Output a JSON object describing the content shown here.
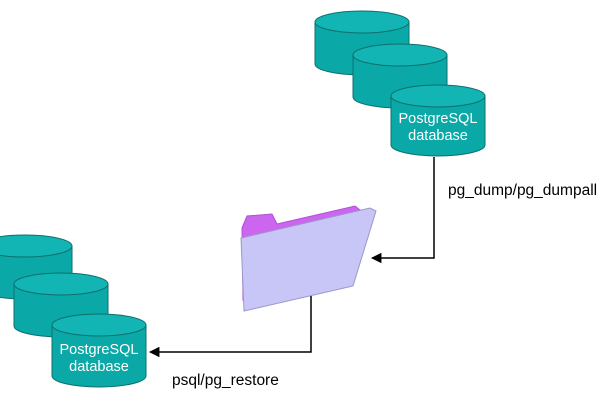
{
  "source_db": {
    "label_line1": "PostgreSQL",
    "label_line2": "database"
  },
  "target_db": {
    "label_line1": "PostgreSQL",
    "label_line2": "database"
  },
  "edges": {
    "dump": {
      "label": "pg_dump/pg_dumpall"
    },
    "restore": {
      "label": "psql/pg_restore"
    }
  },
  "colors": {
    "cylinder_fill": "#0aa8a6",
    "cylinder_top": "#12b5b3",
    "cylinder_stroke": "#0d6f6e",
    "folder_back": "#cc66ee",
    "folder_front": "#c8c6f6",
    "folder_stroke": "#9a98c8",
    "arrow": "#000000"
  }
}
